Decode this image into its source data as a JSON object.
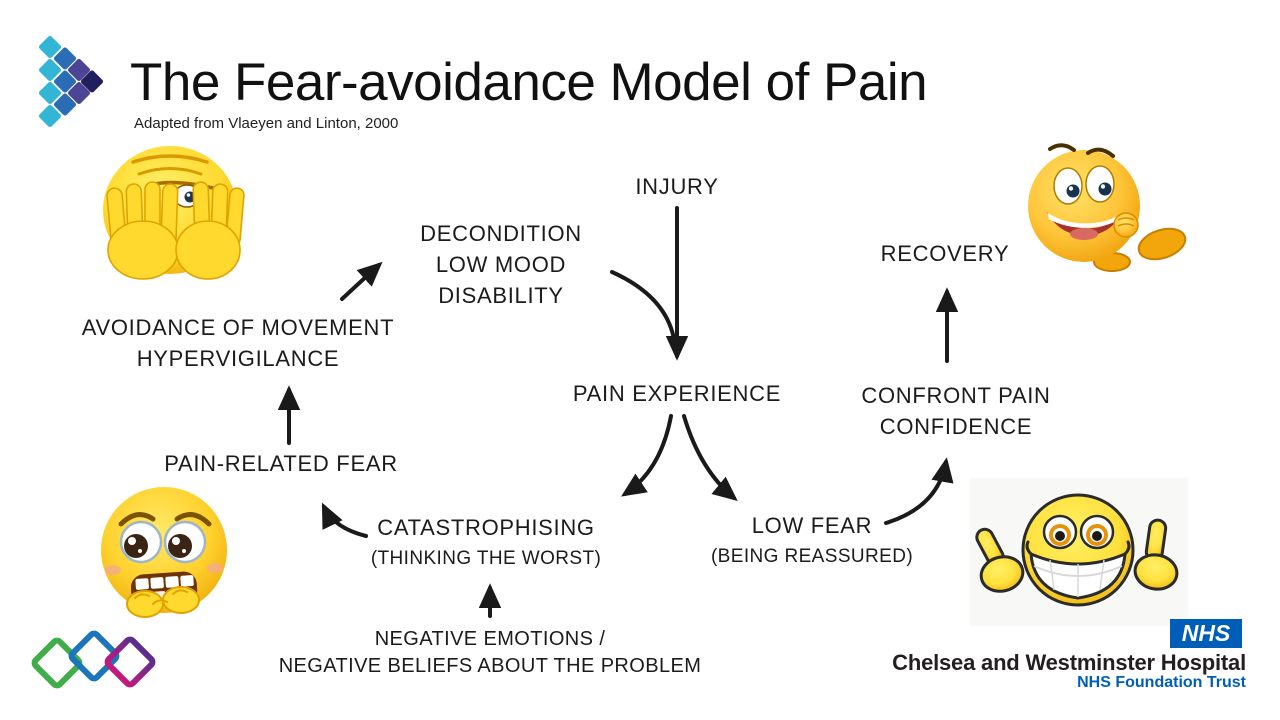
{
  "slide": {
    "title": "The Fear-avoidance Model of Pain",
    "subtitle": "Adapted from Vlaeyen and Linton, 2000"
  },
  "nodes": {
    "injury": {
      "l1": "INJURY"
    },
    "decondition": {
      "l1": "DECONDITION",
      "l2": "LOW MOOD",
      "l3": "DISABILITY"
    },
    "pain_experience": {
      "l1": "PAIN EXPERIENCE"
    },
    "avoidance": {
      "l1": "AVOIDANCE OF MOVEMENT",
      "l2": "HYPERVIGILANCE"
    },
    "pain_related_fear": {
      "l1": "PAIN-RELATED FEAR"
    },
    "catastrophising": {
      "l1": "CATASTROPHISING",
      "l2": "(THINKING THE WORST)"
    },
    "negative_emotions": {
      "l1": "NEGATIVE EMOTIONS /",
      "l2": "NEGATIVE BELIEFS ABOUT THE PROBLEM"
    },
    "low_fear": {
      "l1": "LOW FEAR",
      "l2": "(BEING REASSURED)"
    },
    "confront_pain": {
      "l1": "CONFRONT PAIN",
      "l2": "CONFIDENCE"
    },
    "recovery": {
      "l1": "RECOVERY"
    }
  },
  "edges": [
    {
      "from": "injury",
      "to": "pain_experience",
      "style": "straight-down"
    },
    {
      "from": "decondition",
      "to": "pain_experience",
      "style": "curved"
    },
    {
      "from": "pain_experience",
      "to": "catastrophising",
      "style": "curved"
    },
    {
      "from": "pain_experience",
      "to": "low_fear",
      "style": "curved"
    },
    {
      "from": "catastrophising",
      "to": "pain_related_fear",
      "style": "curved"
    },
    {
      "from": "pain_related_fear",
      "to": "avoidance",
      "style": "straight-up"
    },
    {
      "from": "avoidance",
      "to": "decondition",
      "style": "curved"
    },
    {
      "from": "negative_emotions",
      "to": "catastrophising",
      "style": "straight-up"
    },
    {
      "from": "low_fear",
      "to": "confront_pain",
      "style": "curved"
    },
    {
      "from": "confront_pain",
      "to": "recovery",
      "style": "straight-up"
    }
  ],
  "footer": {
    "nhs": "NHS",
    "hospital": "Chelsea and Westminster Hospital",
    "trust": "NHS Foundation Trust"
  },
  "icons": {
    "top_left_logo": "diamond-arrow-logo",
    "bottom_left_logo": "interlocking-diamonds-logo",
    "emoji_top_left": "peeking-behind-hands-emoji",
    "emoji_top_right": "happy-strolling-emoji",
    "emoji_bottom_left": "nail-biting-anxious-emoji",
    "emoji_bottom_right": "double-thumbs-up-emoji"
  },
  "colors": {
    "nhs_blue": "#005EB8",
    "text": "#1b1b1b",
    "arrow": "#1a1a1a",
    "emoji_yellow": "#FFD92E",
    "logo_teal": "#33B5D5",
    "logo_blue": "#2A6CB5",
    "logo_purple": "#4C4596",
    "logo_navy": "#221F5E",
    "w_green": "#3FAE49",
    "w_blue": "#1B75BC",
    "w_purple": "#5B2E8E",
    "w_magenta": "#C4187C"
  }
}
